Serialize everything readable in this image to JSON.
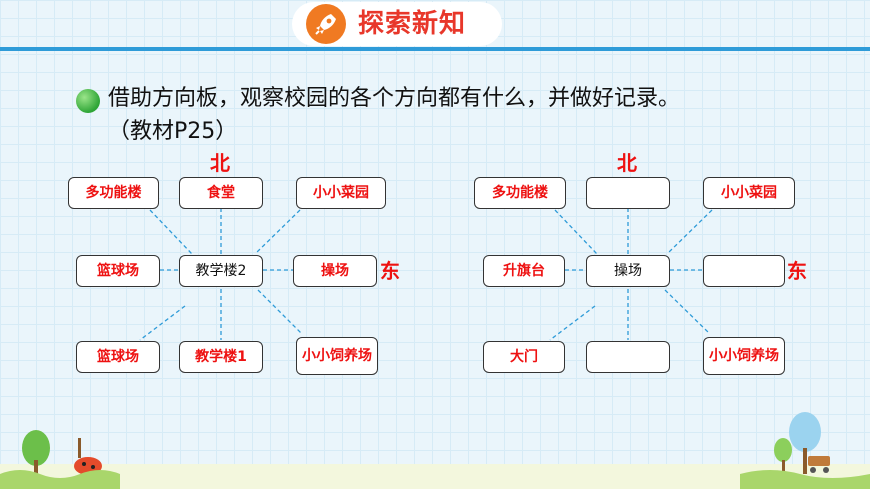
{
  "header": {
    "title": "探索新知",
    "icon": "rocket-icon"
  },
  "instruction": "借助方向板，观察校园的各个方向都有什么，并做好记录。",
  "source": "（教材P25）",
  "left_diagram": {
    "north": "北",
    "east": "东",
    "top": [
      "多功能楼",
      "食堂",
      "小小菜园"
    ],
    "middle": [
      "篮球场",
      "教学楼2",
      "操场"
    ],
    "bottom": [
      "篮球场",
      "教学楼1",
      "小小饲养场"
    ]
  },
  "right_diagram": {
    "north": "北",
    "east": "东",
    "top": [
      "多功能楼",
      "",
      "小小菜园"
    ],
    "middle": [
      "升旗台",
      "操场",
      ""
    ],
    "bottom": [
      "大门",
      "",
      "小小饲养场"
    ]
  },
  "colors": {
    "accent": "#e8372a",
    "line": "#2e9bd8",
    "bullet": "#2ea536"
  }
}
